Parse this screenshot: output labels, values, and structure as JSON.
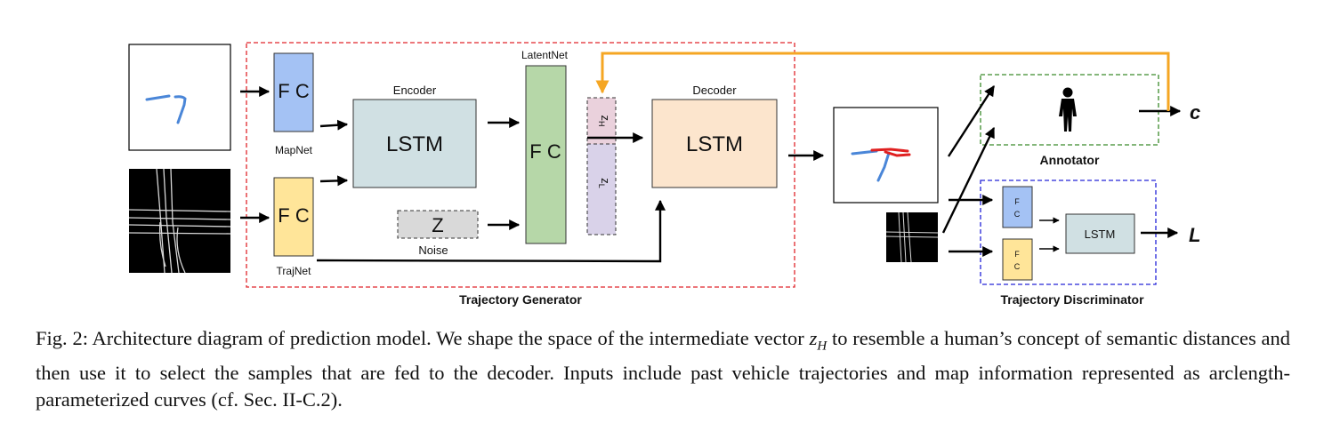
{
  "generator": {
    "title": "Trajectory Generator",
    "mapnet_fc": "F C",
    "mapnet_label": "MapNet",
    "trajnet_fc": "F C",
    "trajnet_label": "TrajNet",
    "encoder_label": "Encoder",
    "encoder_lstm": "LSTM",
    "latentnet_label": "LatentNet",
    "latentnet_fc": "F C",
    "zh": "z",
    "zh_sub": "H",
    "zl": "z",
    "zl_sub": "L",
    "noise_z": "Z",
    "noise_label": "Noise",
    "decoder_label": "Decoder",
    "decoder_lstm": "LSTM"
  },
  "annotator": {
    "title": "Annotator",
    "output": "c"
  },
  "discriminator": {
    "title": "Trajectory Discriminator",
    "fc_top": "F C",
    "fc_bottom": "F C",
    "lstm": "LSTM",
    "output": "L"
  },
  "colors": {
    "generator_border": "#e0252b",
    "annotator_border": "#3a8a2a",
    "discriminator_border": "#2424d8",
    "mapnet_fc": "#a4c2f4",
    "trajnet_fc": "#ffe599",
    "encoder": "#d0e0e3",
    "latentnet": "#b6d7a8",
    "zh": "#ead1dc",
    "zl": "#d9d2e9",
    "noise": "#d9d9d9",
    "decoder": "#fce5cd",
    "feedback_arrow": "#f5a623",
    "trajectory_blue": "#4a86d8",
    "trajectory_red": "#e02020"
  },
  "caption": {
    "prefix": "Fig. 2: Architecture diagram of prediction model. We shape the space of the intermediate vector ",
    "var": "z",
    "var_sub": "H",
    "suffix": " to resemble a human’s concept of semantic distances and then use it to select the samples that are fed to the decoder. Inputs include past vehicle trajectories and map information represented as arclength-parameterized curves (cf. Sec. II-C.2)."
  }
}
